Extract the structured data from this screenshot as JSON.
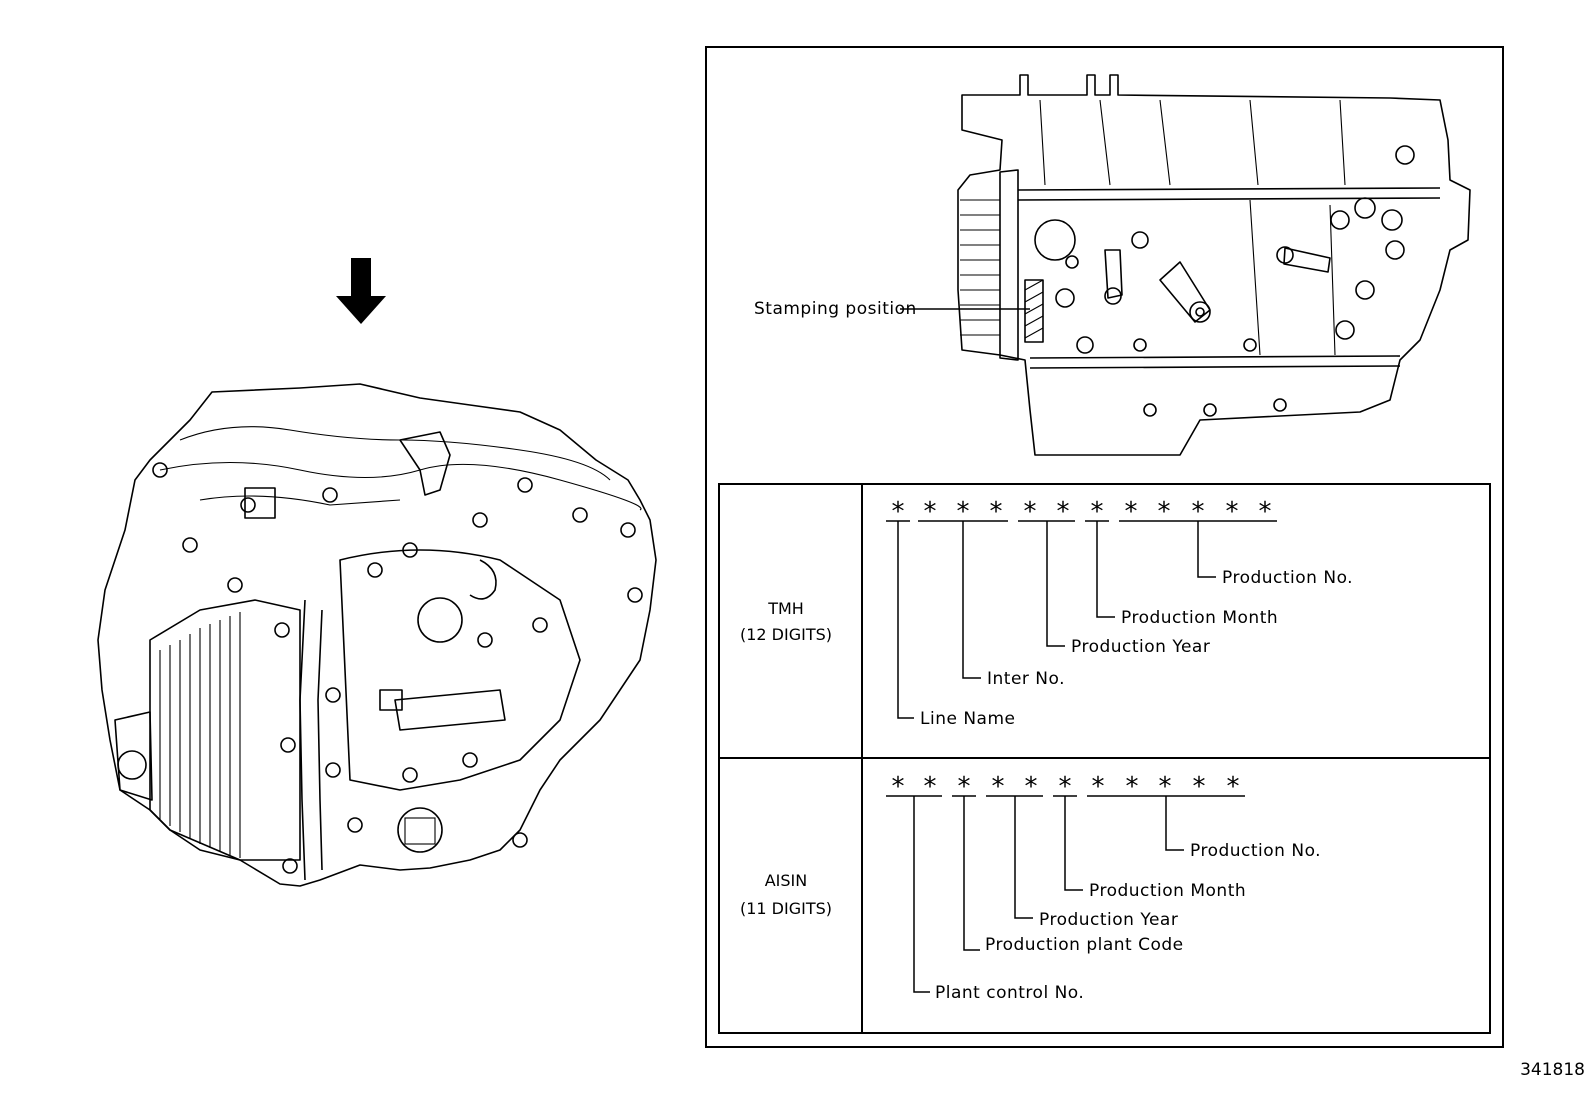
{
  "figure_number": "341818",
  "inset": {
    "stamping_label": "Stamping position"
  },
  "rows": [
    {
      "id": "tmh",
      "maker": "TMH",
      "digits": "(12 DIGITS)",
      "symbol": "*",
      "digit_count": 12,
      "groups": [
        {
          "label": "Line Name"
        },
        {
          "label": "Inter No."
        },
        {
          "label": "Production Year"
        },
        {
          "label": "Production Month"
        },
        {
          "label": "Production No."
        }
      ]
    },
    {
      "id": "aisin",
      "maker": "AISIN",
      "digits": "(11 DIGITS)",
      "symbol": "*",
      "digit_count": 11,
      "groups": [
        {
          "label": "Plant control No."
        },
        {
          "label": "Production plant Code"
        },
        {
          "label": "Production Year"
        },
        {
          "label": "Production Month"
        },
        {
          "label": "Production No."
        }
      ]
    }
  ]
}
